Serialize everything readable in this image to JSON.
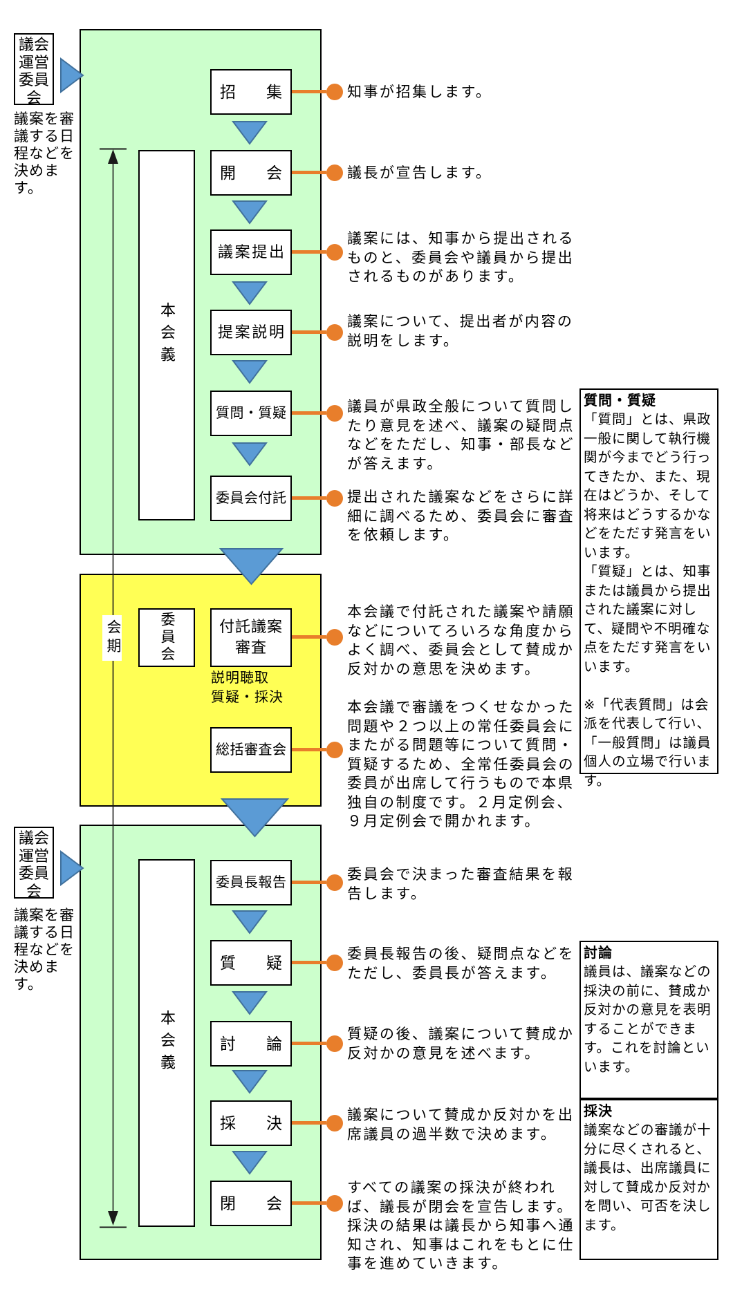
{
  "committee_top": {
    "label": "議会運営委員会",
    "desc": "議案を審議する日程などを決めます。"
  },
  "committee_bottom": {
    "label": "議会運営委員会",
    "desc": "議案を審議する日程などを決めます。"
  },
  "session": {
    "label": "会期"
  },
  "plenary_top": {
    "label": "本会義"
  },
  "plenary_bottom": {
    "label": "本会義"
  },
  "committee_mid": {
    "label": "委員会",
    "note": "説明聴取\n質疑・採決"
  },
  "flow_top": [
    {
      "label": "招集",
      "desc": "知事が招集します。"
    },
    {
      "label": "開会",
      "desc": "議長が宣告します。"
    },
    {
      "label": "議案提出",
      "desc": "議案には、知事から提出されるものと、委員会や議員から提出されるものがあります。"
    },
    {
      "label": "提案説明",
      "desc": "議案について、提出者が内容の説明をします。"
    },
    {
      "label": "質問・質疑",
      "desc": "議員が県政全般について質問したり意見を述べ、議案の疑問点などをただし、知事・部長などが答えます。"
    },
    {
      "label": "委員会付託",
      "desc": "提出された議案などをさらに詳細に調べるため、委員会に審査を依頼します。"
    }
  ],
  "flow_committee": [
    {
      "label": "付託議案審査",
      "desc": "本会議で付託された議案や請願などについてろいろな角度からよく調べ、委員会として賛成か反対かの意思を決めます。"
    },
    {
      "label": "総括審査会",
      "desc": "本会議で審議をつくせなかった問題や２つ以上の常任委員会にまたがる問題等について質問・質疑するため、全常任委員会の委員が出席して行うもので本県独自の制度です。２月定例会、９月定例会で開かれます。"
    }
  ],
  "flow_bottom": [
    {
      "label": "委員長報告",
      "desc": "委員会で決まった審査結果を報告します。"
    },
    {
      "label": "質疑",
      "desc": "委員長報告の後、疑問点などをただし、委員長が答えます。"
    },
    {
      "label": "討論",
      "desc": "質疑の後、議案について賛成か反対かの意見を述べます。"
    },
    {
      "label": "採決",
      "desc": "議案について賛成か反対かを出席議員の過半数で決めます。"
    },
    {
      "label": "閉会",
      "desc": "すべての議案の採決が終われば、議長が閉会を宣告します。採決の結果は議長から知事へ通知され、知事はこれをもとに仕事を進めていきます。"
    }
  ],
  "sidebars": [
    {
      "title": "質問・質疑",
      "body": "「質問」とは、県政一般に関して執行機関が今までどう行ってきたか、また、現在はどうか、そして将来はどうするかなどをただす発言をいいます。\n「質疑」とは、知事または議員から提出された議案に対して、疑問や不明確な点をただす発言をいいます。\n\n※「代表質問」は会派を代表して行い、「一般質問」は議員個人の立場で行います。"
    },
    {
      "title": "討論",
      "body": "議員は、議案などの採決の前に、賛成か反対かの意見を表明することができます。これを討論といいます。"
    },
    {
      "title": "採決",
      "body": "議案などの審議が十分に尽くされると、議長は、出席議員に対して賛成か反対かを問い、可否を決します。"
    }
  ],
  "colors": {
    "green": "#ccffcc",
    "yellow": "#ffff55",
    "arrow_blue": "#5b9bd5",
    "arrow_blue_border": "#41719c",
    "connector_orange": "#e87e2b"
  }
}
